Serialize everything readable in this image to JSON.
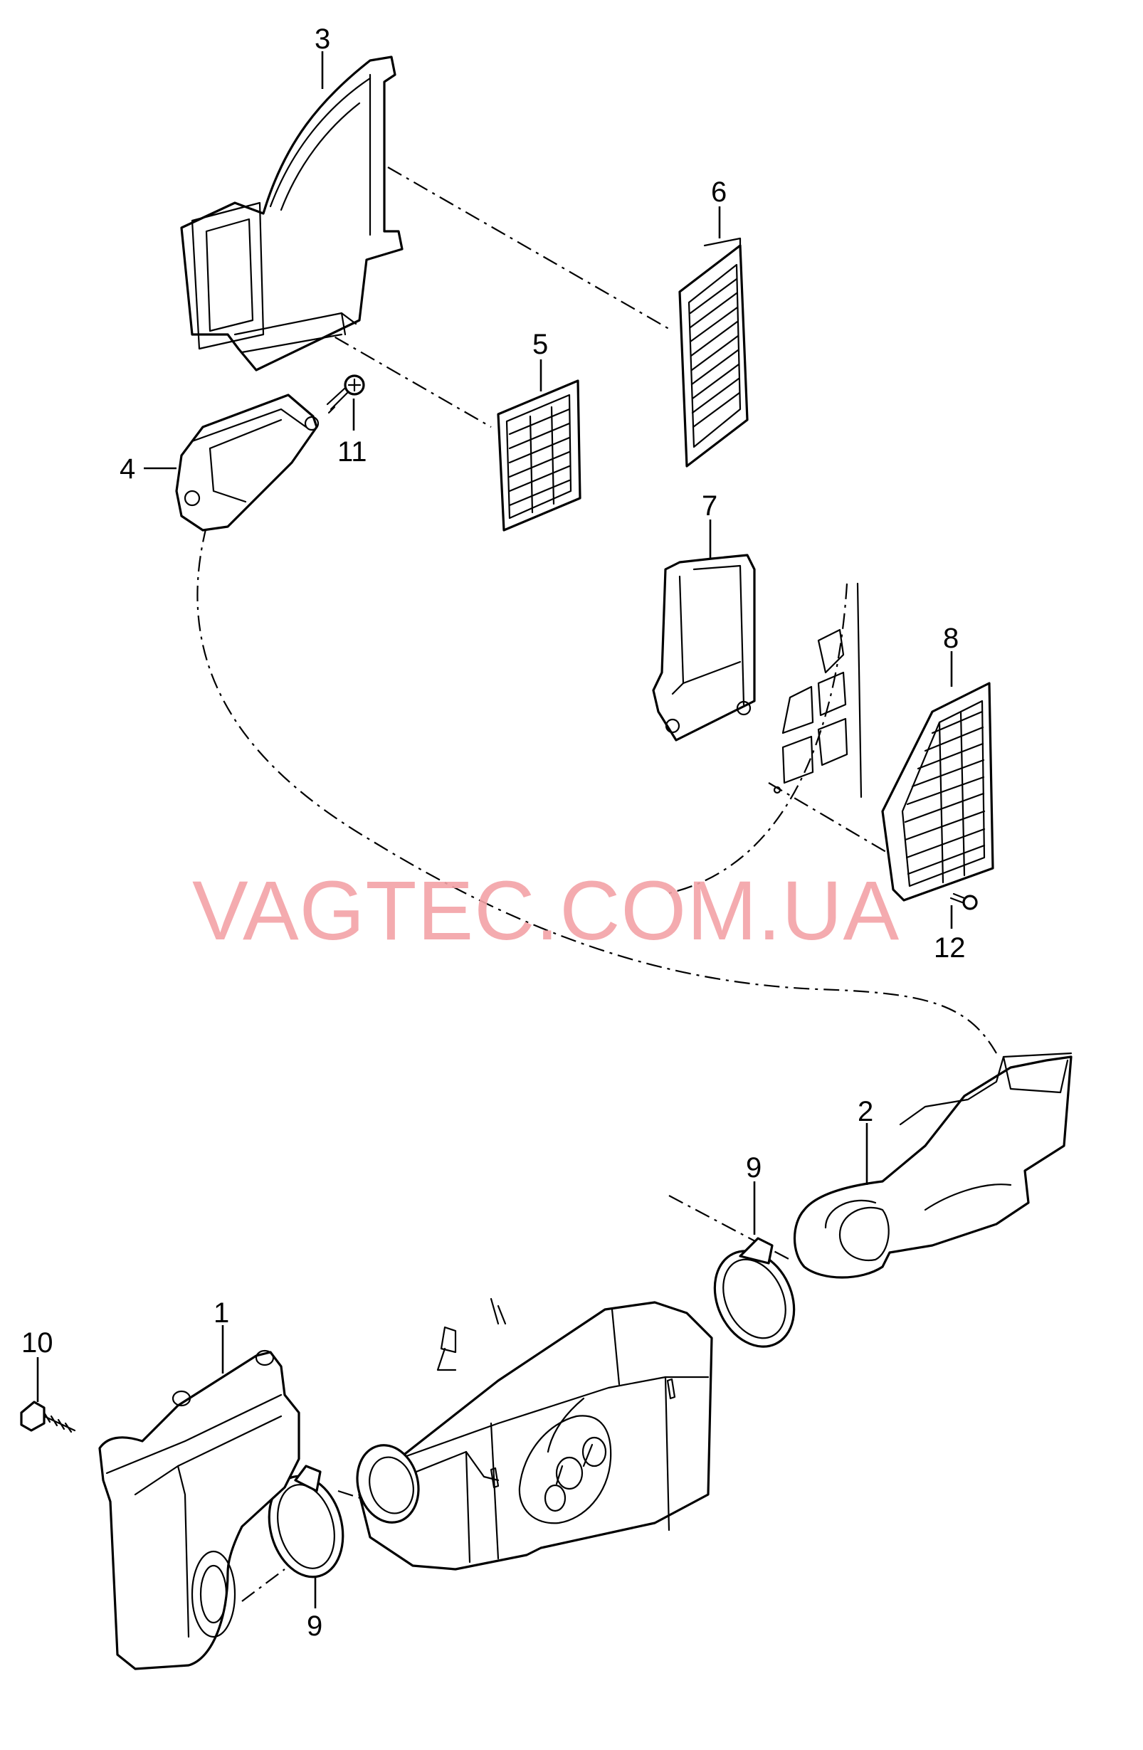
{
  "callouts": {
    "c1": "1",
    "c2": "2",
    "c3": "3",
    "c4": "4",
    "c5": "5",
    "c6": "6",
    "c7": "7",
    "c8": "8",
    "c9a": "9",
    "c9b": "9",
    "c10": "10",
    "c11": "11",
    "c12": "12"
  },
  "watermark": "VAGTEC.COM.UA",
  "colors": {
    "line": "#000000",
    "background": "#ffffff",
    "watermark": "#f3a3a7"
  }
}
